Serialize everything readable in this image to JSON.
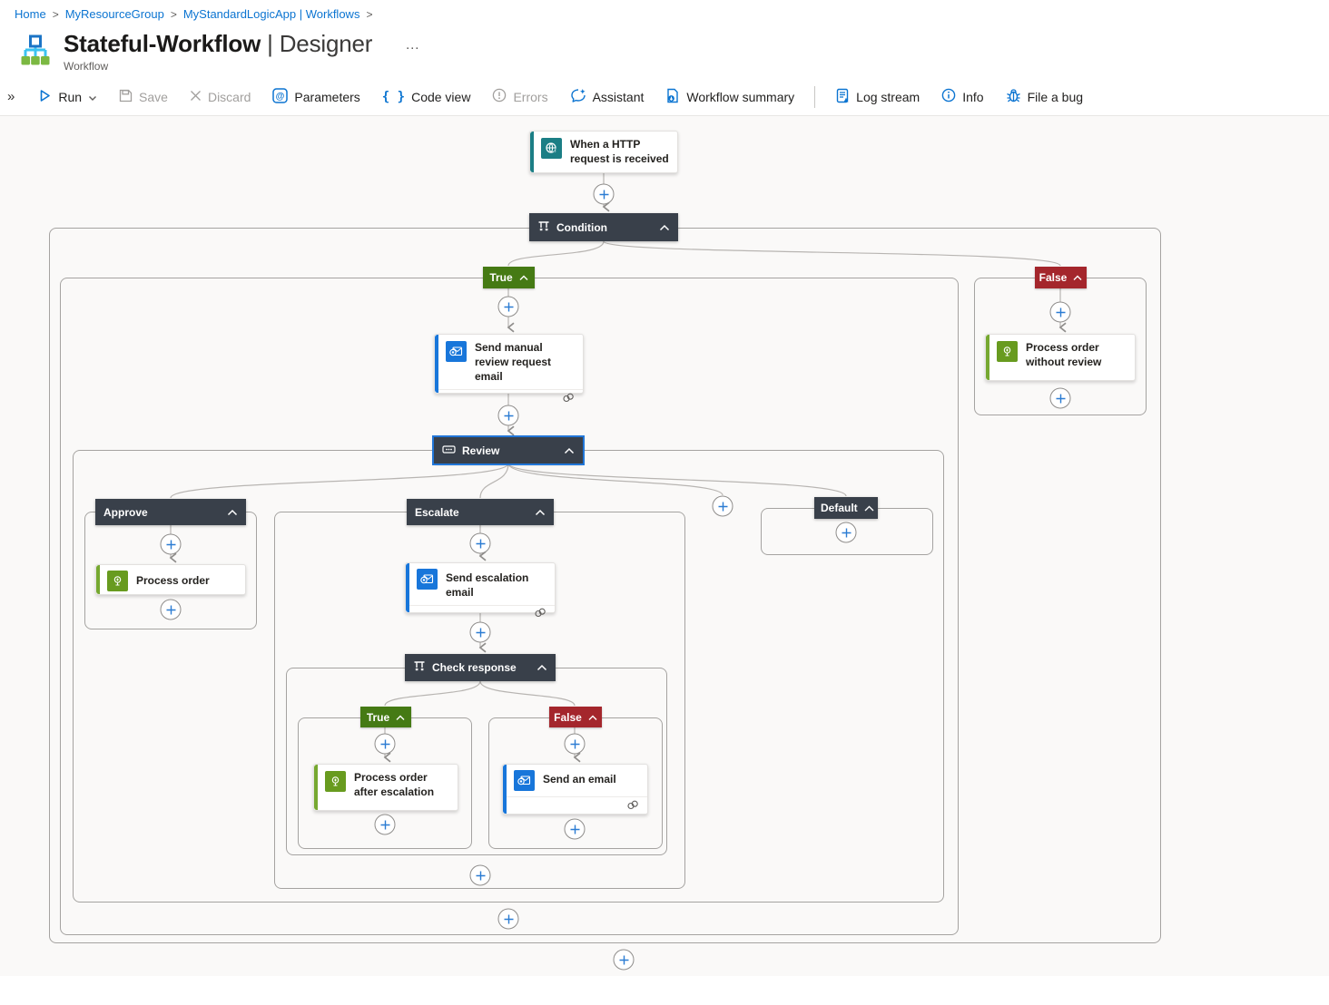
{
  "breadcrumb": {
    "items": [
      "Home",
      "MyResourceGroup",
      "MyStandardLogicApp | Workflows"
    ]
  },
  "header": {
    "title": "Stateful-Workflow",
    "title_suffix": "| Designer",
    "subtitle": "Workflow",
    "more_label": "…"
  },
  "toolbar": {
    "run": "Run",
    "save": "Save",
    "discard": "Discard",
    "parameters": "Parameters",
    "code_view": "Code view",
    "errors": "Errors",
    "assistant": "Assistant",
    "workflow_summary": "Workflow summary",
    "log_stream": "Log stream",
    "info": "Info",
    "file_a_bug": "File a bug",
    "code_view_icon_glyph": "{ }"
  },
  "canvas": {
    "trigger": {
      "title": "When a HTTP request is received"
    },
    "condition": {
      "label": "Condition"
    },
    "branches": {
      "true": "True",
      "false": "False"
    },
    "actions": {
      "send_manual_review": {
        "title": "Send manual review request email"
      },
      "review": {
        "label": "Review"
      },
      "cases": {
        "approve": "Approve",
        "escalate": "Escalate",
        "default": "Default"
      },
      "process_order": {
        "title": "Process order"
      },
      "send_escalation": {
        "title": "Send escalation email"
      },
      "check_response": {
        "label": "Check response"
      },
      "check_branches": {
        "true": "True",
        "false": "False"
      },
      "process_order_after": {
        "title": "Process order after escalation"
      },
      "send_an_email": {
        "title": "Send an email"
      },
      "process_order_without": {
        "title": "Process order without review"
      }
    }
  },
  "colors": {
    "accent_blue": "#0b74d1",
    "action_blue": "#1876da",
    "action_green": "#689b1f",
    "green_accent": "#76a830",
    "trigger_teal": "#1b7e85",
    "true_green": "#457a14",
    "false_red": "#a4262c",
    "scope_dark": "#39404a"
  }
}
